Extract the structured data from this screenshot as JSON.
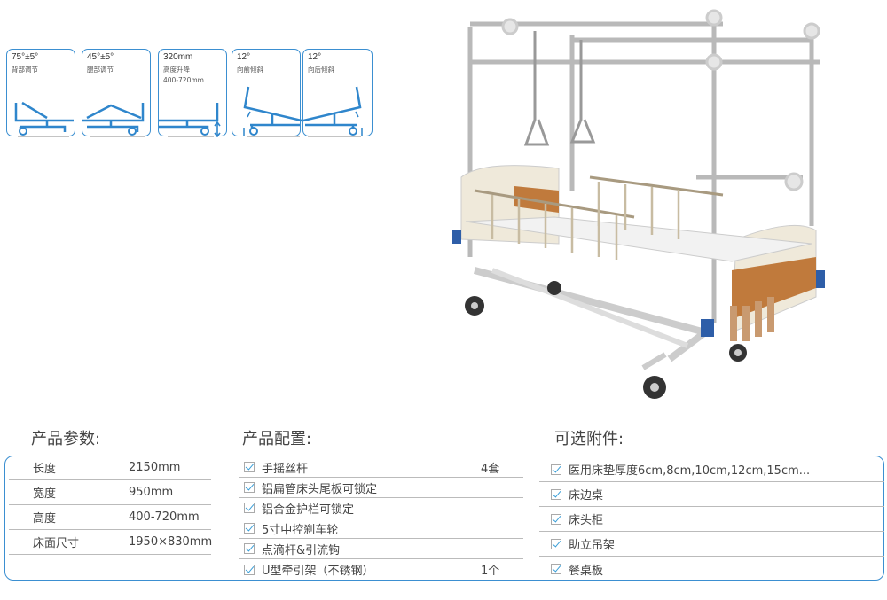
{
  "features": [
    {
      "value": "75°±5°",
      "label": "背部调节"
    },
    {
      "value": "45°±5°",
      "label": "腿部调节"
    },
    {
      "value": "320mm",
      "label": "高度升降\n400-720mm"
    },
    {
      "value": "12°",
      "label": "向前倾斜"
    },
    {
      "value": "12°",
      "label": "向后倾斜"
    }
  ],
  "params": {
    "title": "产品参数:",
    "rows": [
      {
        "name": "长度",
        "value": "2150mm"
      },
      {
        "name": "宽度",
        "value": "950mm"
      },
      {
        "name": "高度",
        "value": "400-720mm"
      },
      {
        "name": "床面尺寸",
        "value": "1950×830mm"
      }
    ]
  },
  "config": {
    "title": "产品配置:",
    "rows": [
      {
        "name": "手摇丝杆",
        "qty": "4套"
      },
      {
        "name": "铝扁管床头尾板可锁定",
        "qty": ""
      },
      {
        "name": "铝合金护栏可锁定",
        "qty": ""
      },
      {
        "name": "5寸中控刹车轮",
        "qty": ""
      },
      {
        "name": "点滴杆&引流钩",
        "qty": ""
      },
      {
        "name": "U型牵引架（不锈钢）",
        "qty": "1个"
      }
    ]
  },
  "accessories": {
    "title": "可选附件:",
    "rows": [
      {
        "name": "医用床垫厚度6cm,8cm,10cm,12cm,15cm..."
      },
      {
        "name": "床边桌"
      },
      {
        "name": "床头柜"
      },
      {
        "name": "助立吊架"
      },
      {
        "name": "餐桌板"
      }
    ]
  },
  "colors": {
    "accent": "#3b8fd1"
  }
}
